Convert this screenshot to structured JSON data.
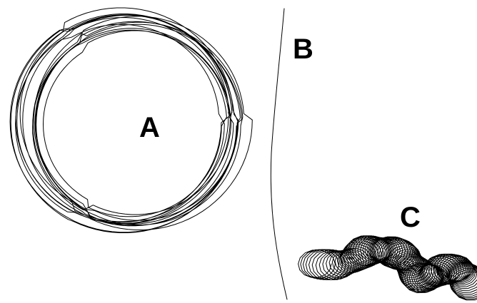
{
  "panels": [
    {
      "id": "A",
      "label": "A",
      "pattern": "circling"
    },
    {
      "id": "B",
      "label": "B",
      "pattern": "straight"
    },
    {
      "id": "C",
      "label": "C",
      "pattern": "looping"
    }
  ],
  "colors": {
    "background": "#ffffff",
    "stroke": "#000000"
  }
}
